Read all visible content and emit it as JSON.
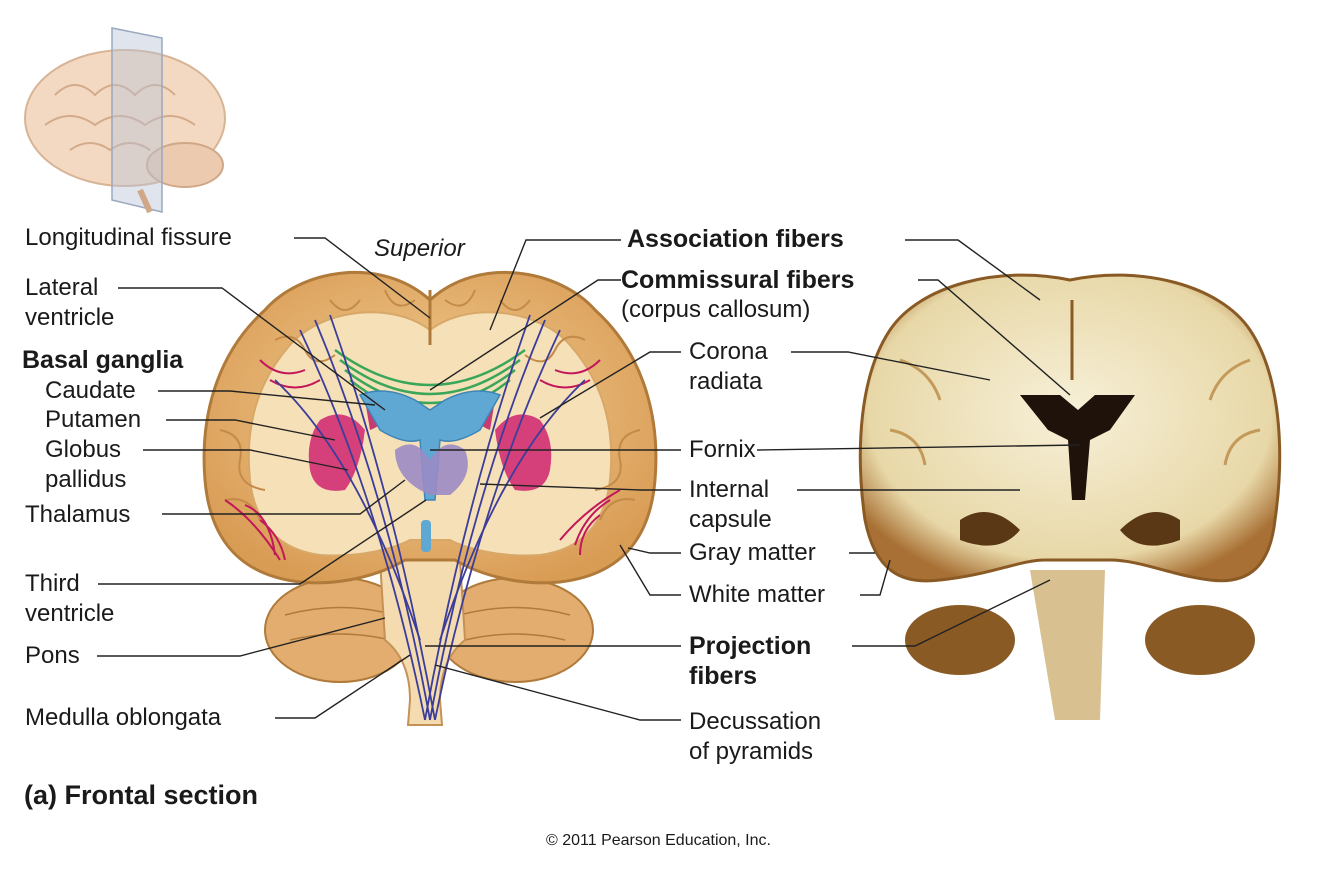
{
  "labels": {
    "longitudinal_fissure": "Longitudinal fissure",
    "superior": "Superior",
    "lateral_ventricle_1": "Lateral",
    "lateral_ventricle_2": "ventricle",
    "basal_ganglia": "Basal ganglia",
    "caudate": "Caudate",
    "putamen": "Putamen",
    "globus_1": "Globus",
    "globus_2": "pallidus",
    "thalamus": "Thalamus",
    "third_1": "Third",
    "third_2": "ventricle",
    "pons": "Pons",
    "medulla": "Medulla oblongata",
    "association": "Association fibers",
    "commissural": "Commissural fibers",
    "corpus": "(corpus callosum)",
    "corona_1": "Corona",
    "corona_2": "radiata",
    "fornix": "Fornix",
    "internal_1": "Internal",
    "internal_2": "capsule",
    "gray": "Gray matter",
    "white": "White matter",
    "projection_1": "Projection",
    "projection_2": "fibers",
    "decussation_1": "Decussation",
    "decussation_2": "of pyramids",
    "caption": "(a) Frontal section",
    "copyright": "© 2011 Pearson Education, Inc."
  },
  "colors": {
    "cortex": "#e8b572",
    "white_matter": "#f6e0b8",
    "ventricle": "#5fa8d3",
    "basal_ganglia": "#d6407a",
    "thalamus": "#9b8bc4",
    "commissural": "#3aa65a",
    "projection": "#3b3d9a",
    "association": "#c2185b",
    "photo_white": "#f2ead0",
    "photo_gray": "#b07a3a"
  }
}
